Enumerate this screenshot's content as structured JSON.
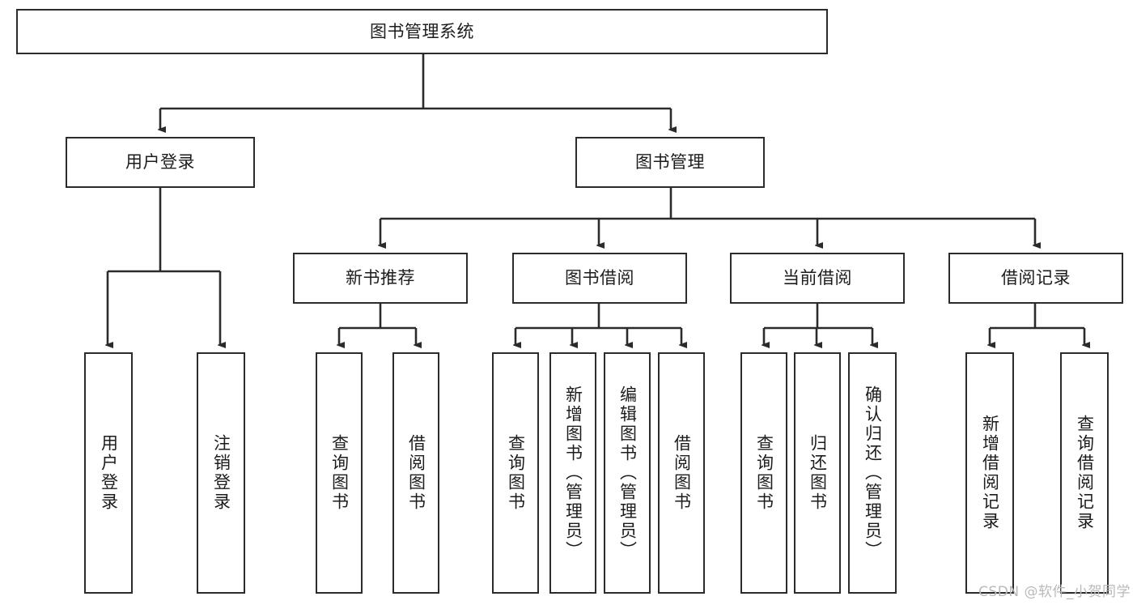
{
  "diagram": {
    "type": "tree",
    "title": "图书管理系统",
    "watermark": "CSDN @软件_小贺同学",
    "colors": {
      "box_border": "#2b2b2b",
      "box_fill": "#ffffff",
      "connector": "#2b2b2b",
      "background": "#ffffff",
      "watermark": "#b9b9b9"
    },
    "levels": {
      "root": {
        "label": "图书管理系统"
      },
      "level2": [
        {
          "label": "用户登录"
        },
        {
          "label": "图书管理"
        }
      ],
      "level3": [
        {
          "label": "新书推荐"
        },
        {
          "label": "图书借阅"
        },
        {
          "label": "当前借阅"
        },
        {
          "label": "借阅记录"
        }
      ],
      "leaves": [
        {
          "label": "用户登录",
          "parent": "用户登录"
        },
        {
          "label": "注销登录",
          "parent": "用户登录"
        },
        {
          "label": "查询图书",
          "parent": "新书推荐"
        },
        {
          "label": "借阅图书",
          "parent": "新书推荐"
        },
        {
          "label": "查询图书",
          "parent": "图书借阅"
        },
        {
          "label": "新增图书（管理员）",
          "parent": "图书借阅"
        },
        {
          "label": "编辑图书（管理员）",
          "parent": "图书借阅"
        },
        {
          "label": "借阅图书",
          "parent": "图书借阅"
        },
        {
          "label": "查询图书",
          "parent": "当前借阅"
        },
        {
          "label": "归还图书",
          "parent": "当前借阅"
        },
        {
          "label": "确认归还（管理员）",
          "parent": "当前借阅"
        },
        {
          "label": "新增借阅记录",
          "parent": "借阅记录"
        },
        {
          "label": "查询借阅记录",
          "parent": "借阅记录"
        }
      ]
    }
  }
}
